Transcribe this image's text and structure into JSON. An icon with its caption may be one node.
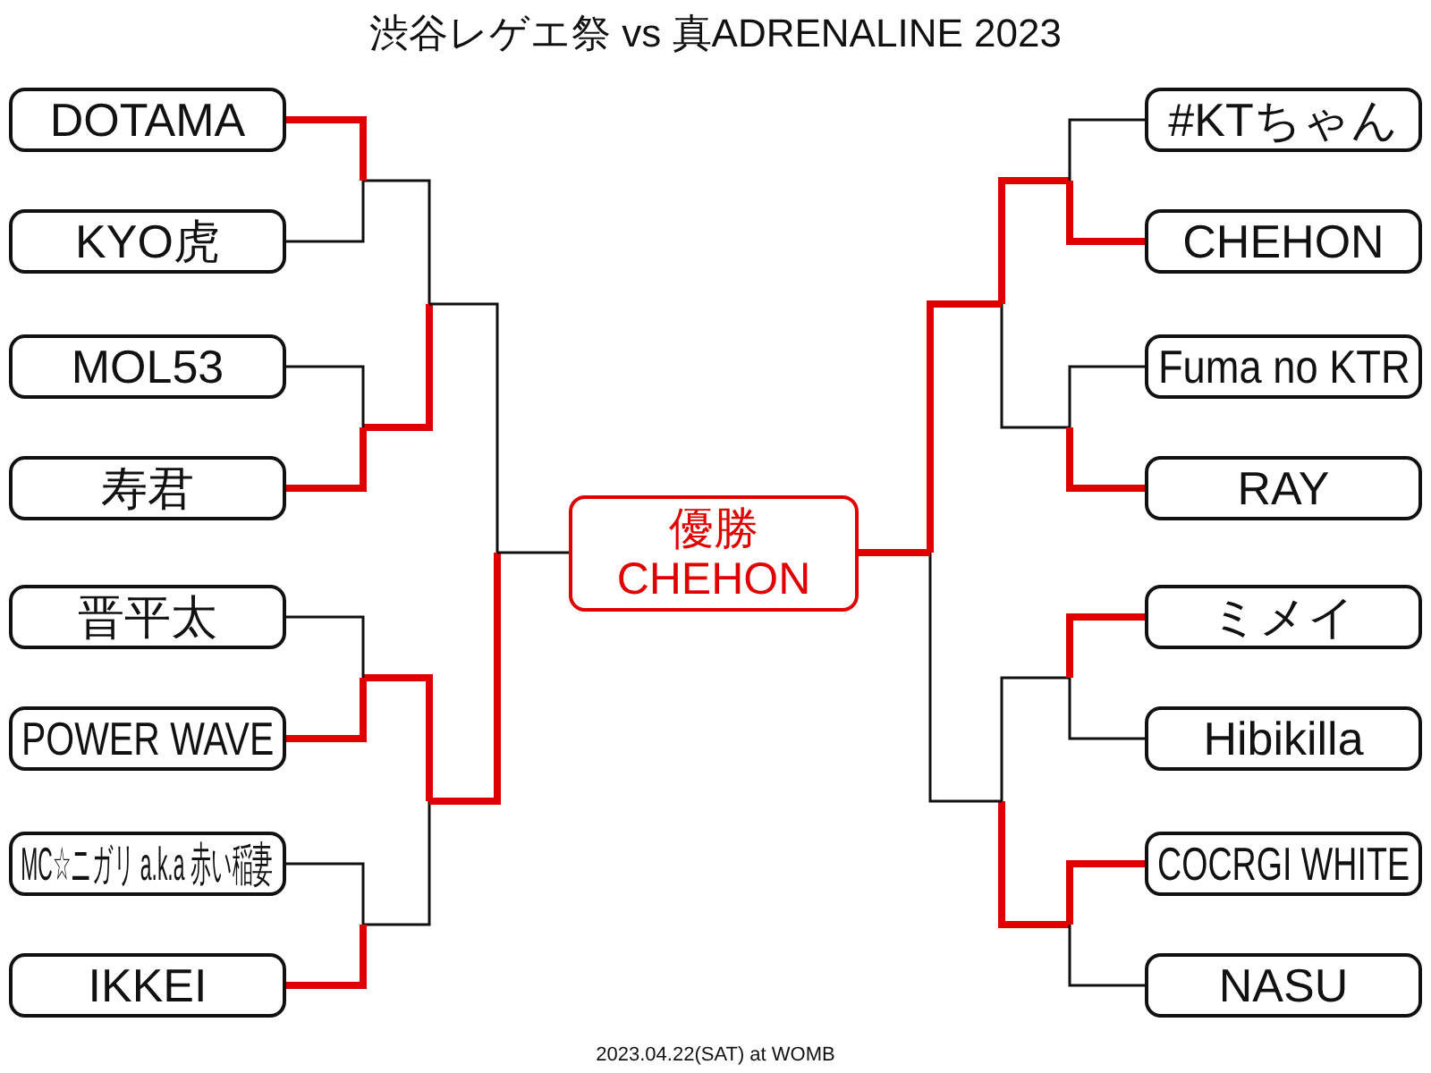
{
  "diagram": {
    "title": "渋谷レゲエ祭 vs 真ADRENALINE 2023",
    "caption": "2023.04.22(SAT) at WOMB",
    "nodes": [
      {
        "text": [
          "DOTAMA"
        ]
      },
      {
        "text": [
          "KYO虎"
        ]
      },
      {
        "text": [
          "MOL53"
        ]
      },
      {
        "text": [
          "寿君"
        ]
      },
      {
        "text": [
          "晋平太"
        ]
      },
      {
        "text": [
          "POWER WAVE"
        ]
      },
      {
        "text": [
          "MC☆ニガリ a.k.a 赤い稲妻"
        ]
      },
      {
        "text": [
          "IKKEI"
        ]
      },
      {
        "text": [
          "#KTちゃん"
        ]
      },
      {
        "text": [
          "CHEHON"
        ]
      },
      {
        "text": [
          "Fuma no KTR"
        ]
      },
      {
        "text": [
          "RAY"
        ]
      },
      {
        "text": [
          "ミメイ"
        ]
      },
      {
        "text": [
          "Hibikilla"
        ]
      },
      {
        "text": [
          "COCRGI WHITE"
        ]
      },
      {
        "text": [
          "NASU"
        ]
      },
      {
        "text": [
          "優勝",
          "CHEHON"
        ]
      }
    ],
    "edges": [
      {
        "from": 0,
        "to": null,
        "arrow": "none",
        "style": "thick",
        "color": "#e00000"
      },
      {
        "from": 1,
        "to": null,
        "arrow": "none",
        "color": "#111111"
      },
      {
        "from": 2,
        "to": null,
        "arrow": "none",
        "color": "#111111"
      },
      {
        "from": 3,
        "to": null,
        "arrow": "none",
        "style": "thick",
        "color": "#e00000"
      },
      {
        "from": 4,
        "to": null,
        "arrow": "none",
        "color": "#111111"
      },
      {
        "from": 5,
        "to": null,
        "arrow": "none",
        "style": "thick",
        "color": "#e00000"
      },
      {
        "from": 6,
        "to": null,
        "arrow": "none",
        "color": "#111111"
      },
      {
        "from": 7,
        "to": null,
        "arrow": "none",
        "style": "thick",
        "color": "#e00000"
      },
      {
        "from": 8,
        "to": null,
        "arrow": "none",
        "color": "#111111"
      },
      {
        "from": 9,
        "to": null,
        "arrow": "none",
        "style": "thick",
        "color": "#e00000"
      },
      {
        "from": 10,
        "to": null,
        "arrow": "none",
        "color": "#111111"
      },
      {
        "from": 11,
        "to": null,
        "arrow": "none",
        "style": "thick",
        "color": "#e00000"
      },
      {
        "from": 12,
        "to": null,
        "arrow": "none",
        "style": "thick",
        "color": "#e00000"
      },
      {
        "from": 13,
        "to": null,
        "arrow": "none",
        "color": "#111111"
      },
      {
        "from": 14,
        "to": null,
        "arrow": "none",
        "style": "thick",
        "color": "#e00000"
      },
      {
        "from": 15,
        "to": null,
        "arrow": "none",
        "color": "#111111"
      },
      {
        "from": null,
        "to": 16,
        "arrow": "none",
        "color": "#111111"
      },
      {
        "from": null,
        "to": 16,
        "arrow": "none",
        "style": "thick",
        "color": "#e00000"
      }
    ]
  }
}
